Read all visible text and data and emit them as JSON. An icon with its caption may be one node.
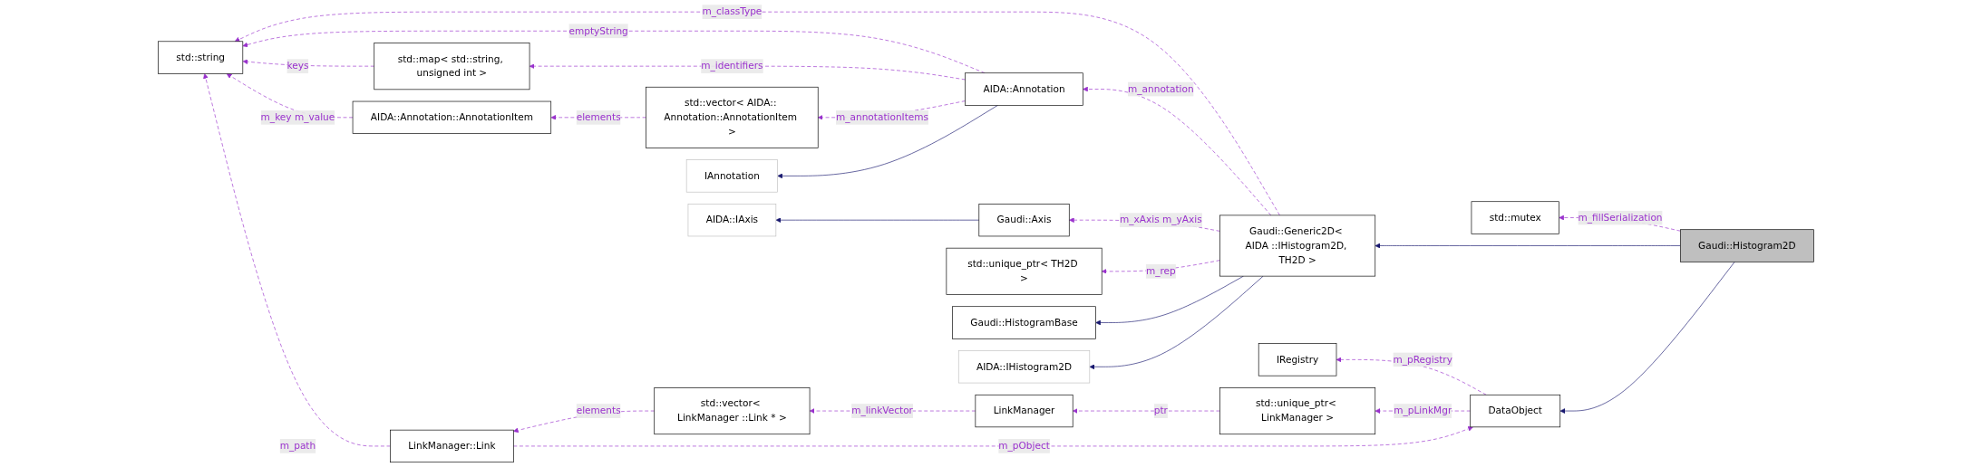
{
  "diagram": {
    "nodes": [
      {
        "text": [
          "IRegistry"
        ]
      },
      {
        "text": [
          "DataObject"
        ]
      },
      {
        "text": [
          "std::string"
        ]
      },
      {
        "text": [
          "LinkManager::Link"
        ]
      },
      {
        "text": [
          "AIDA::Annotation::AnnotationItem"
        ]
      },
      {
        "text": [
          "std::map< std::string, unsigned int >"
        ]
      },
      {
        "text": [
          "std::vector< AIDA:: Annotation::AnnotationItem >"
        ]
      },
      {
        "text": [
          "std::vector< LinkManager ::Link * >"
        ]
      },
      {
        "text": [
          "IAnnotation"
        ]
      },
      {
        "text": [
          "AIDA::IAxis"
        ]
      },
      {
        "text": [
          "AIDA::Annotation"
        ]
      },
      {
        "text": [
          "Gaudi::Axis"
        ]
      },
      {
        "text": [
          "AIDA::IHistogram2D"
        ]
      },
      {
        "text": [
          "LinkManager"
        ]
      },
      {
        "text": [
          "Gaudi::HistogramBase"
        ]
      },
      {
        "text": [
          "std::unique_ptr< TH2D >"
        ]
      },
      {
        "text": [
          "Gaudi::Generic2D< AIDA ::IHistogram2D, TH2D >"
        ]
      },
      {
        "text": [
          "std::unique_ptr< LinkManager >"
        ]
      },
      {
        "text": [
          "std::mutex"
        ]
      },
      {
        "text": [
          "Gaudi::Histogram2D"
        ]
      }
    ],
    "edges": [
      {
        "from": 1,
        "to": 0,
        "arrow": "to",
        "label": "m_pRegistry",
        "style": "dashed"
      },
      {
        "from": 3,
        "to": 1,
        "arrow": "to",
        "label": "m_pObject",
        "style": "dashed"
      },
      {
        "from": 7,
        "to": 3,
        "arrow": "to",
        "label": "elements",
        "style": "dashed"
      },
      {
        "from": 13,
        "to": 7,
        "arrow": "to",
        "label": "m_linkVector",
        "style": "dashed"
      },
      {
        "from": 17,
        "to": 13,
        "arrow": "to",
        "label": "ptr",
        "style": "dashed"
      },
      {
        "from": 1,
        "to": 17,
        "arrow": "to",
        "label": "m_pLinkMgr",
        "style": "dashed"
      },
      {
        "from": 19,
        "to": 18,
        "arrow": "to",
        "label": "m_fillSerialization",
        "style": "dashed"
      },
      {
        "from": 3,
        "to": 2,
        "arrow": "to",
        "label": "m_path",
        "style": "dashed"
      },
      {
        "from": 4,
        "to": 2,
        "arrow": "to",
        "label": "m_key m_value",
        "style": "dashed"
      },
      {
        "from": 5,
        "to": 2,
        "arrow": "to",
        "label": "keys",
        "style": "dashed"
      },
      {
        "from": 10,
        "to": 2,
        "arrow": "to",
        "label": "emptyString",
        "style": "dashed"
      },
      {
        "from": 16,
        "to": 2,
        "arrow": "to",
        "label": "m_classType",
        "style": "dashed"
      },
      {
        "from": 10,
        "to": 5,
        "arrow": "to",
        "label": "m_identifiers",
        "style": "dashed"
      },
      {
        "from": 6,
        "to": 4,
        "arrow": "to",
        "label": "elements",
        "style": "dashed"
      },
      {
        "from": 10,
        "to": 6,
        "arrow": "to",
        "label": "m_annotationItems",
        "style": "dashed"
      },
      {
        "from": 16,
        "to": 10,
        "arrow": "to",
        "label": "m_annotation",
        "style": "dashed"
      },
      {
        "from": 16,
        "to": 11,
        "arrow": "to",
        "label": "m_xAxis m_yAxis",
        "style": "dashed"
      },
      {
        "from": 16,
        "to": 15,
        "arrow": "to",
        "label": "m_rep",
        "style": "dashed"
      },
      {
        "from": 10,
        "to": 8,
        "arrow": "to",
        "color": "#191970"
      },
      {
        "from": 11,
        "to": 9,
        "arrow": "to",
        "color": "#191970"
      },
      {
        "from": 16,
        "to": 14,
        "arrow": "to",
        "color": "#191970"
      },
      {
        "from": 16,
        "to": 12,
        "arrow": "to",
        "color": "#191970"
      },
      {
        "from": 19,
        "to": 16,
        "arrow": "to",
        "color": "#191970"
      },
      {
        "from": 19,
        "to": 1,
        "arrow": "to",
        "color": "#191970"
      }
    ]
  }
}
